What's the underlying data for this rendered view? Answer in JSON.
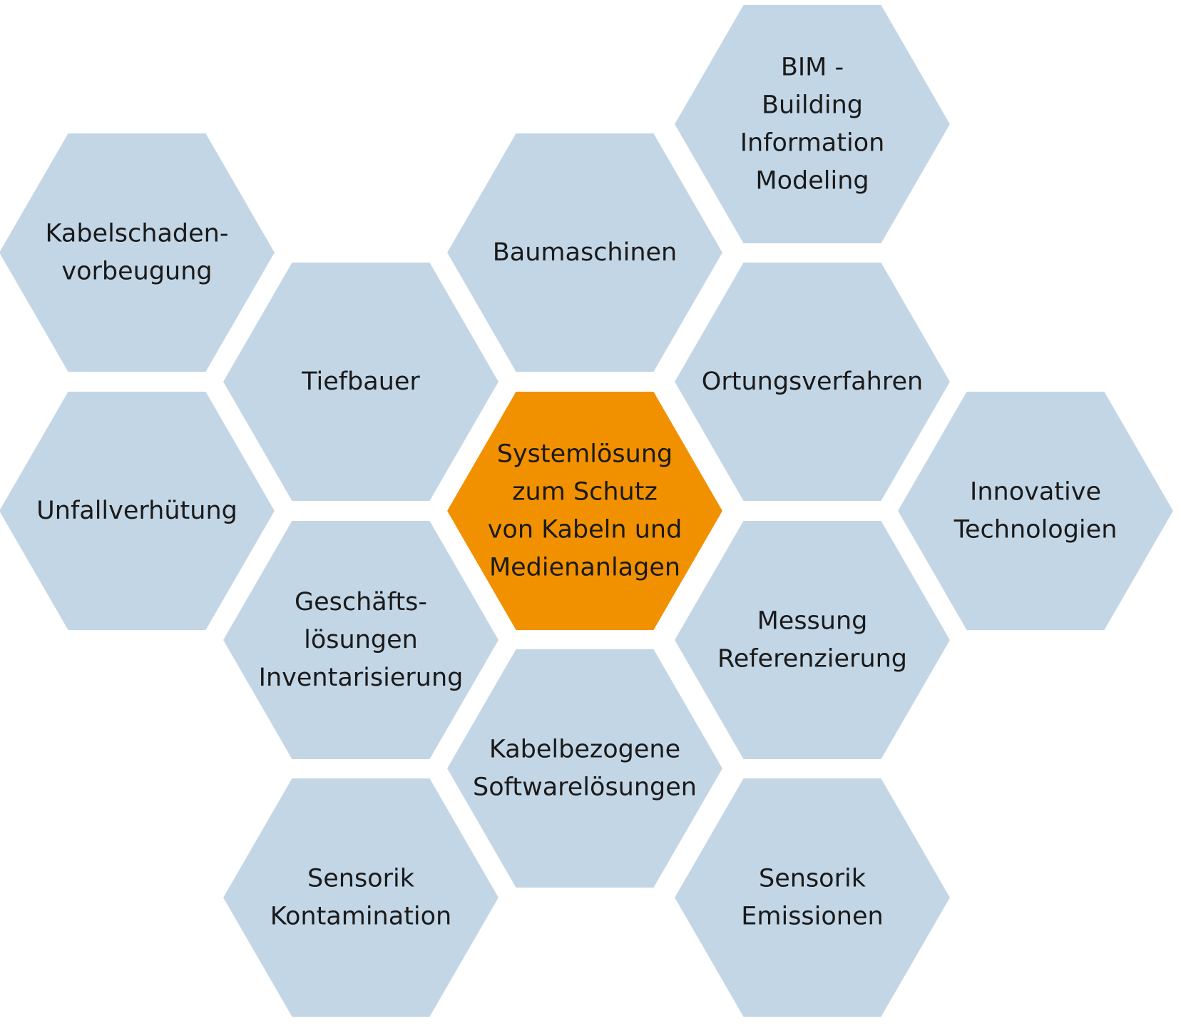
{
  "colors": {
    "hex_fill": "#c3d6e6",
    "center_fill": "#f29100",
    "label_text": "#1a1a1a",
    "background": "#ffffff"
  },
  "hexagons": [
    {
      "id": "hex-kabelschaden",
      "lines": [
        "Kabelschaden-",
        "vorbeugung"
      ],
      "accent": false
    },
    {
      "id": "hex-unfallverhuetung",
      "lines": [
        "Unfallverhütung"
      ],
      "accent": false
    },
    {
      "id": "hex-tiefbauer",
      "lines": [
        "Tiefbauer"
      ],
      "accent": false
    },
    {
      "id": "hex-geschaeftsloesungen",
      "lines": [
        "Geschäfts-",
        "lösungen",
        "Inventarisierung"
      ],
      "accent": false
    },
    {
      "id": "hex-sensorik-kontamination",
      "lines": [
        "Sensorik",
        "Kontamination"
      ],
      "accent": false
    },
    {
      "id": "hex-baumaschinen",
      "lines": [
        "Baumaschinen"
      ],
      "accent": false
    },
    {
      "id": "hex-systemloesung",
      "lines": [
        "Systemlösung",
        "zum Schutz",
        "von Kabeln und",
        "Medienanlagen"
      ],
      "accent": true
    },
    {
      "id": "hex-softwareloesungen",
      "lines": [
        "Kabelbezogene",
        "Softwarelösungen"
      ],
      "accent": false
    },
    {
      "id": "hex-bim",
      "lines": [
        "BIM -",
        "Building",
        "Information",
        "Modeling"
      ],
      "accent": false
    },
    {
      "id": "hex-ortungsverfahren",
      "lines": [
        "Ortungsverfahren"
      ],
      "accent": false
    },
    {
      "id": "hex-messung",
      "lines": [
        "Messung",
        "Referenzierung"
      ],
      "accent": false
    },
    {
      "id": "hex-sensorik-emissionen",
      "lines": [
        "Sensorik",
        "Emissionen"
      ],
      "accent": false
    },
    {
      "id": "hex-innovative",
      "lines": [
        "Innovative",
        "Technologien"
      ],
      "accent": false
    }
  ]
}
